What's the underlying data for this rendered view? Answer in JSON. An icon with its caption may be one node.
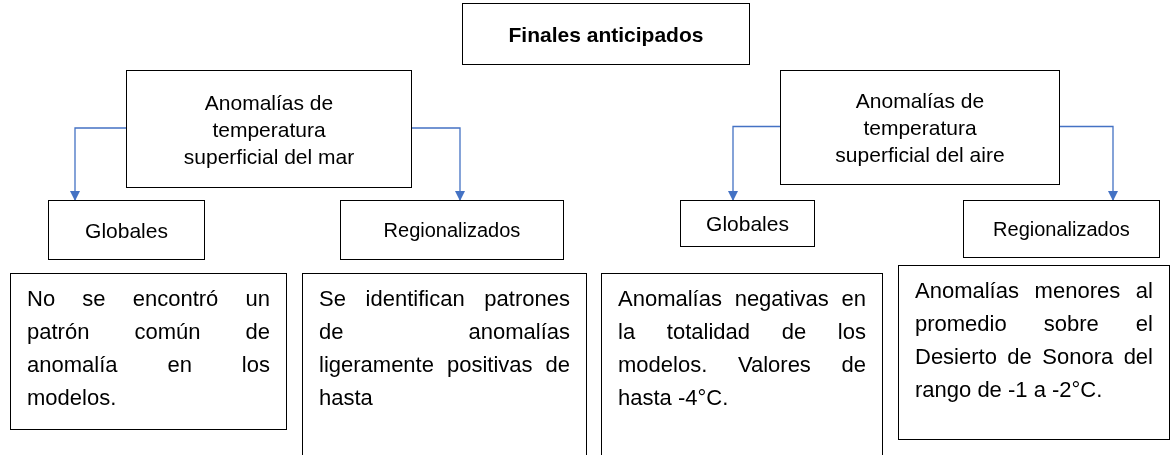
{
  "diagram": {
    "nodes": [
      {
        "text": [
          "Finales anticipados"
        ]
      },
      {
        "text": [
          "Anomalías de temperatura superficial del mar"
        ]
      },
      {
        "text": [
          "Globales"
        ]
      },
      {
        "text": [
          "Regionalizados"
        ]
      },
      {
        "text": [
          "No se encontró un patrón común de anomalía en los modelos."
        ]
      },
      {
        "text": [
          "Se identifican patrones de anomalías ligeramente positivas de hasta"
        ]
      },
      {
        "text": [
          "Anomalías de temperatura superficial del aire"
        ]
      },
      {
        "text": [
          "Globales"
        ]
      },
      {
        "text": [
          "Regionalizados"
        ]
      },
      {
        "text": [
          "Anomalías negativas en la totalidad de los modelos. Valores de hasta -4°C."
        ]
      },
      {
        "text": [
          "Anomalías menores al promedio sobre el Desierto de Sonora del rango de -1 a -2°C."
        ]
      }
    ],
    "edges": [
      {
        "from": 1,
        "to": 2,
        "arrow": "to"
      },
      {
        "from": 1,
        "to": 3,
        "arrow": "to"
      },
      {
        "from": 6,
        "to": 7,
        "arrow": "to"
      },
      {
        "from": 6,
        "to": 8,
        "arrow": "to"
      }
    ]
  }
}
